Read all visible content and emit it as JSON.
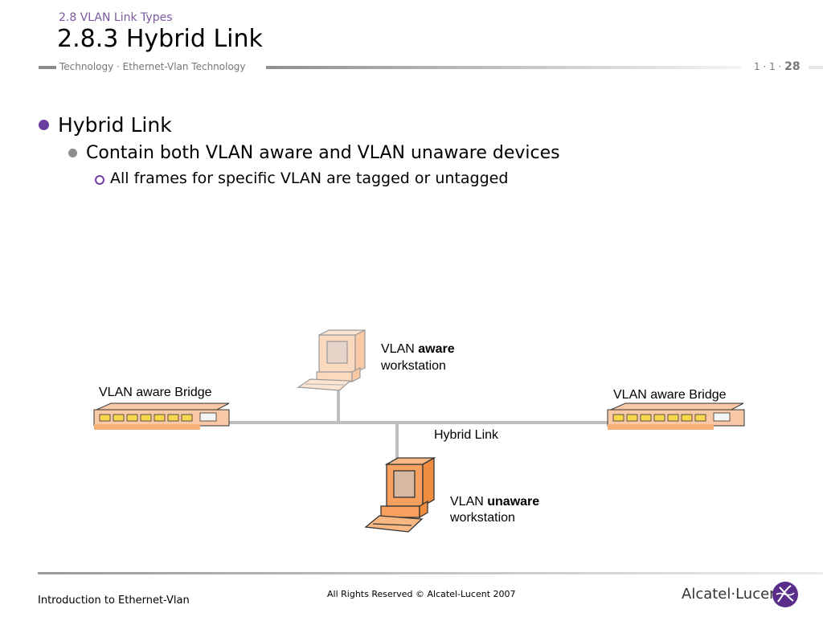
{
  "header": {
    "section": "2.8 VLAN Link Types",
    "title": "2.8.3 Hybrid Link",
    "breadcrumb": "Technology · Ethernet-Vlan Technology",
    "page_prefix": "1 · 1 · ",
    "page_number": "28"
  },
  "bullets": {
    "level1": "Hybrid Link",
    "level2": "Contain both VLAN aware and VLAN unaware devices",
    "level3": "All frames for specific VLAN are tagged or untagged"
  },
  "diagram": {
    "bridge_left": "VLAN aware Bridge",
    "bridge_right": "VLAN aware Bridge",
    "link_label": "Hybrid Link",
    "aware_ws": {
      "prefix": "VLAN ",
      "bold": "aware",
      "line2": "workstation"
    },
    "unaware_ws": {
      "prefix": "VLAN ",
      "bold": "unaware",
      "line2": "workstation"
    },
    "colors": {
      "pc_light": "#f9c9a6",
      "pc_strong": "#f7a060",
      "bridge_port": "#f7d84a",
      "link": "#bfbfbf"
    }
  },
  "footer": {
    "left": "Introduction to Ethernet-Vlan",
    "center": "All Rights Reserved © Alcatel-Lucent 2007",
    "logo": "Alcatel·Lucent"
  }
}
